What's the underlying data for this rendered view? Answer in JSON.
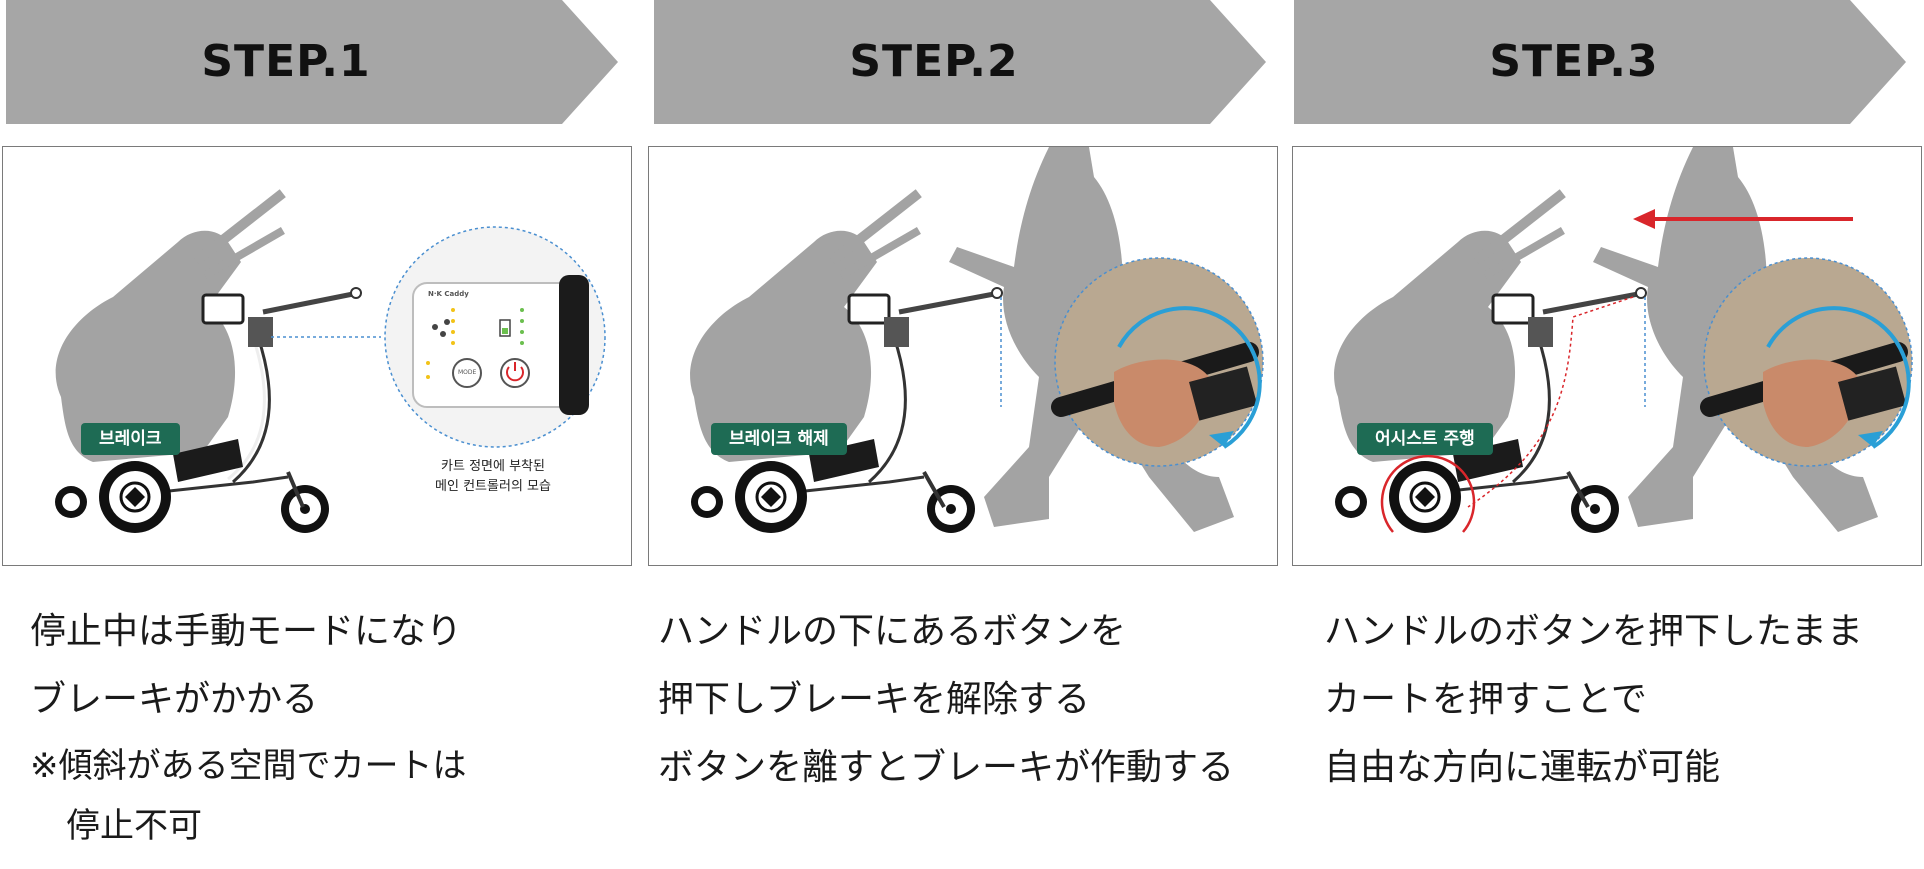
{
  "steps": [
    {
      "title": "STEP.1",
      "badge": "브레이크",
      "caption_line1": "카트 정면에 부착된",
      "caption_line2": "메인 컨트롤러의 모습",
      "controller": {
        "brand": "N·K Caddy",
        "mode_button": "MODE"
      },
      "desc": [
        "停止中は手動モードになり",
        "ブレーキがかかる"
      ],
      "note": [
        "※傾斜がある空間でカートは",
        "停止不可"
      ]
    },
    {
      "title": "STEP.2",
      "badge": "브레이크 해제",
      "desc": [
        "ハンドルの下にあるボタンを",
        "押下しブレーキを解除する",
        "ボタンを離すとブレーキが作動する"
      ]
    },
    {
      "title": "STEP.3",
      "badge": "어시스트 주행",
      "desc": [
        "ハンドルのボタンを押下したまま",
        "カートを押すことで",
        "自由な方向に運転が可能"
      ]
    }
  ],
  "colors": {
    "banner": "#a6a6a6",
    "badge": "#1e6b54",
    "silhouette": "#a3a3a3",
    "arrow_blue": "#2a9fd6",
    "arrow_red": "#d9262b"
  }
}
